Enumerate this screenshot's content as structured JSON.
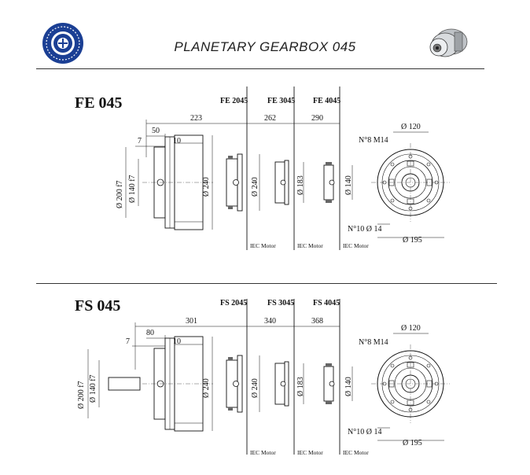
{
  "header": {
    "title": "PLANETARY GEARBOX 045",
    "logo_icon": "company-seal-icon",
    "product_icon": "gearbox-photo-icon"
  },
  "sections": [
    {
      "model": "FE 045",
      "variants": [
        "FE 2045",
        "FE 3045",
        "FE 4045"
      ],
      "lengths": [
        "223",
        "262",
        "290"
      ],
      "dims": {
        "a": "7",
        "b": "50",
        "c": "10"
      },
      "diameters": [
        "Ø 200 f7",
        "Ø 140 f7",
        "Ø 240",
        "Ø 240",
        "Ø 183",
        "Ø 140"
      ],
      "flange": {
        "pcd": "Ø 120",
        "bolts": "N°8 M14",
        "holes": "N°10 Ø 14",
        "outer": "Ø 195"
      },
      "motor_labels": [
        "IEC Motor",
        "IEC Motor",
        "IEC Motor"
      ]
    },
    {
      "model": "FS 045",
      "variants": [
        "FS 2045",
        "FS 3045",
        "FS 4045"
      ],
      "lengths": [
        "301",
        "340",
        "368"
      ],
      "dims": {
        "a": "7",
        "b": "80",
        "c": "10"
      },
      "diameters": [
        "Ø 200 f7",
        "Ø 140 f7",
        "Ø 240",
        "Ø 240",
        "Ø 183",
        "Ø 140"
      ],
      "flange": {
        "pcd": "Ø 120",
        "bolts": "N°8 M14",
        "holes": "N°10 Ø 14",
        "outer": "Ø 195"
      },
      "motor_labels": [
        "IEC Motor",
        "IEC Motor",
        "IEC Motor"
      ]
    }
  ]
}
